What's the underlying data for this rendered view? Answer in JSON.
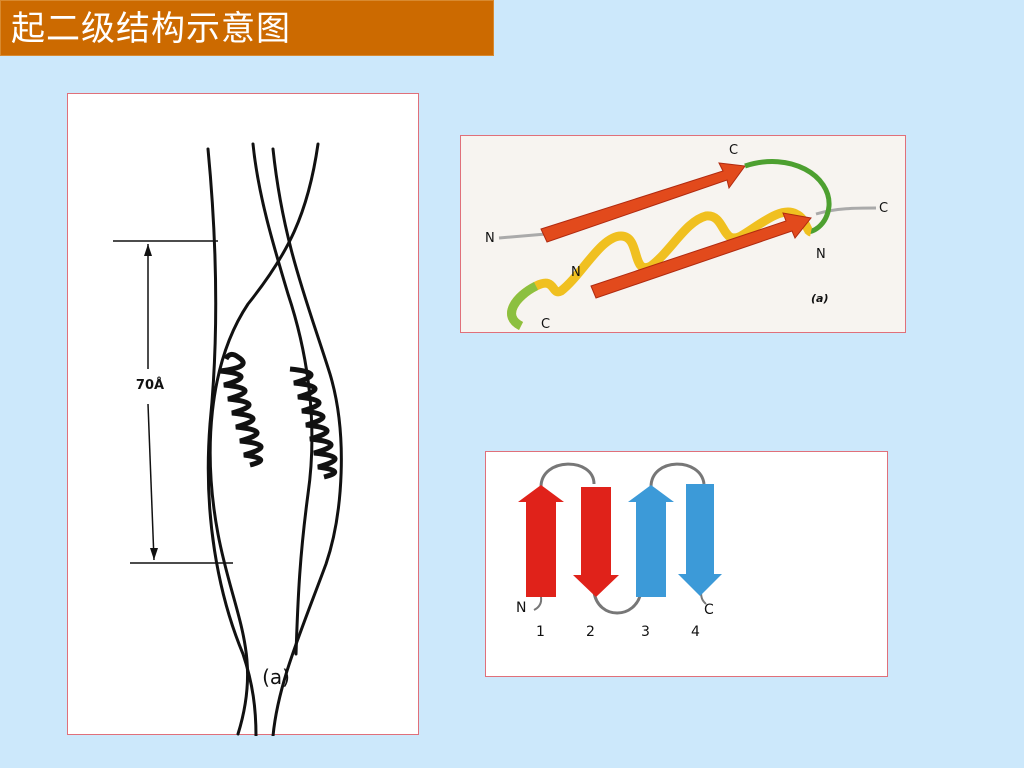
{
  "title": "起二级结构示意图",
  "coiled_coil": {
    "distance_label": "70Å",
    "caption": "(a)"
  },
  "beta_alpha_beta": {
    "labels": [
      "N",
      "C",
      "C",
      "N",
      "N",
      "C"
    ],
    "caption": "(a)"
  },
  "beta_meander": {
    "terminus_n": "N",
    "terminus_c": "C",
    "strand_numbers": [
      "1",
      "2",
      "3",
      "4"
    ]
  },
  "colors": {
    "title_bg": "#cc6a00",
    "page_bg": "#cce8fb",
    "strand_red": "#e0221a",
    "strand_blue": "#3c9ad8",
    "helix_yellow": "#f0c020",
    "loop_green": "#5aa830"
  }
}
